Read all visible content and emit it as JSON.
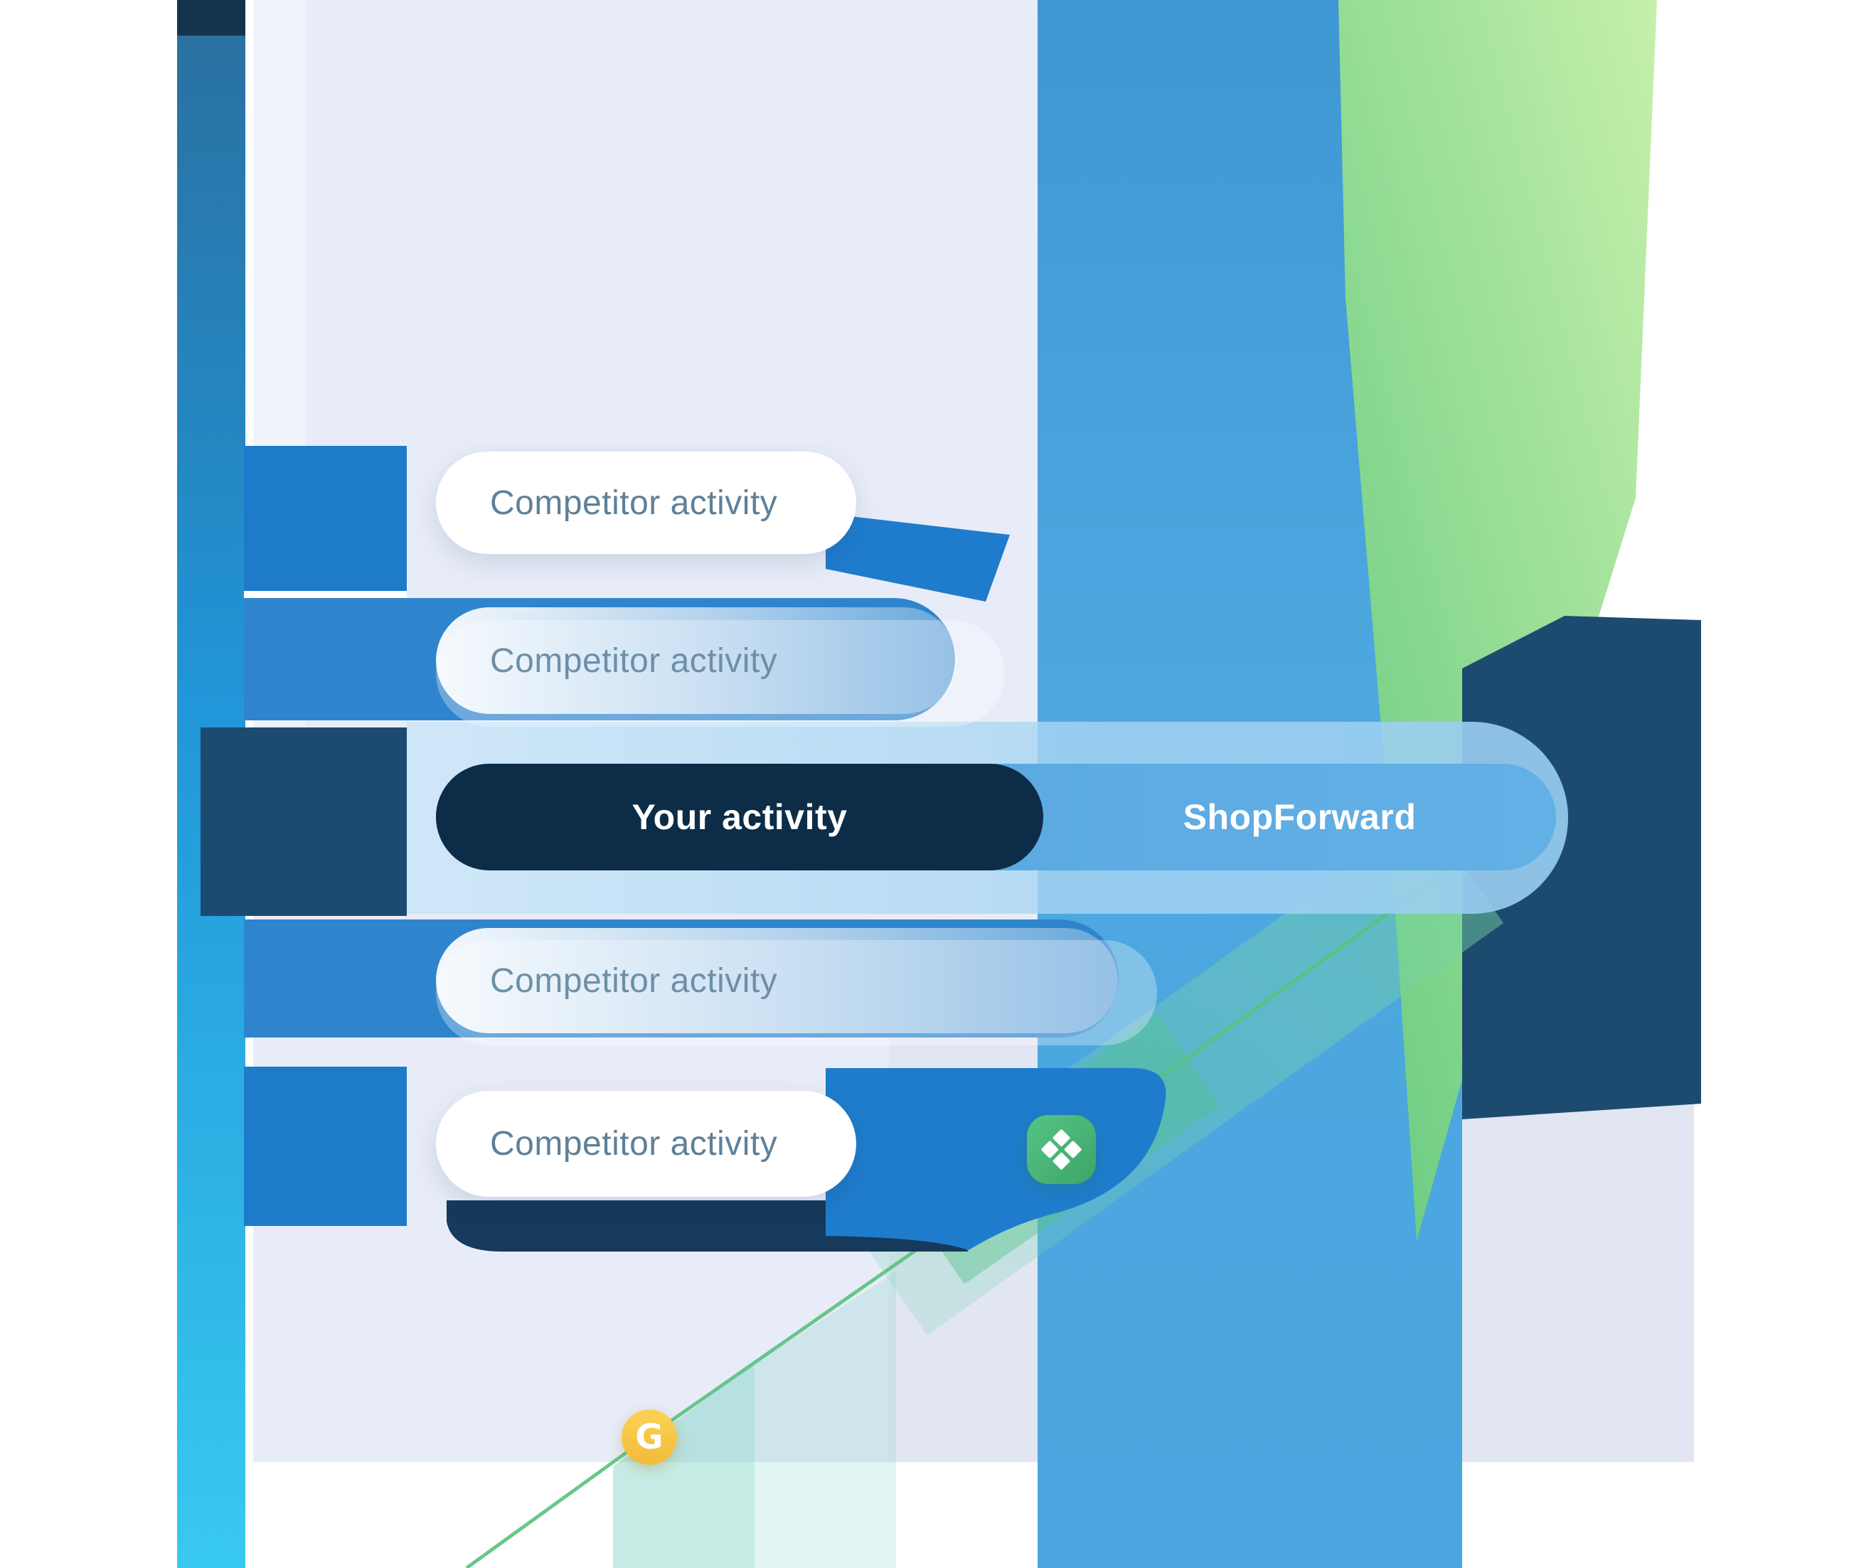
{
  "illustration": {
    "description": "Activity comparison diagram with competitor pills and brand highlight"
  },
  "rows": {
    "competitor_1": "Competitor activity",
    "competitor_2": "Competitor activity",
    "your_activity": "Your activity",
    "brand": "ShopForward",
    "competitor_3": "Competitor activity",
    "competitor_4": "Competitor activity"
  },
  "icons": {
    "diamond_grid": "diamond-grid-icon",
    "google_g": "google-g-icon",
    "google_g_letter": "G"
  },
  "colors": {
    "cyan": "#38c9f0",
    "blue": "#1e7bca",
    "sky": "#4aa5de",
    "navy_pill": "#0d2c47",
    "steel_navy": "#1c4a70",
    "dark_navy_block": "#1d4b70",
    "green": "#6fcf8e",
    "gold": "#f6c544",
    "lavender": "#e8ecf8",
    "white": "#ffffff",
    "slate_text": "#5f8098"
  }
}
